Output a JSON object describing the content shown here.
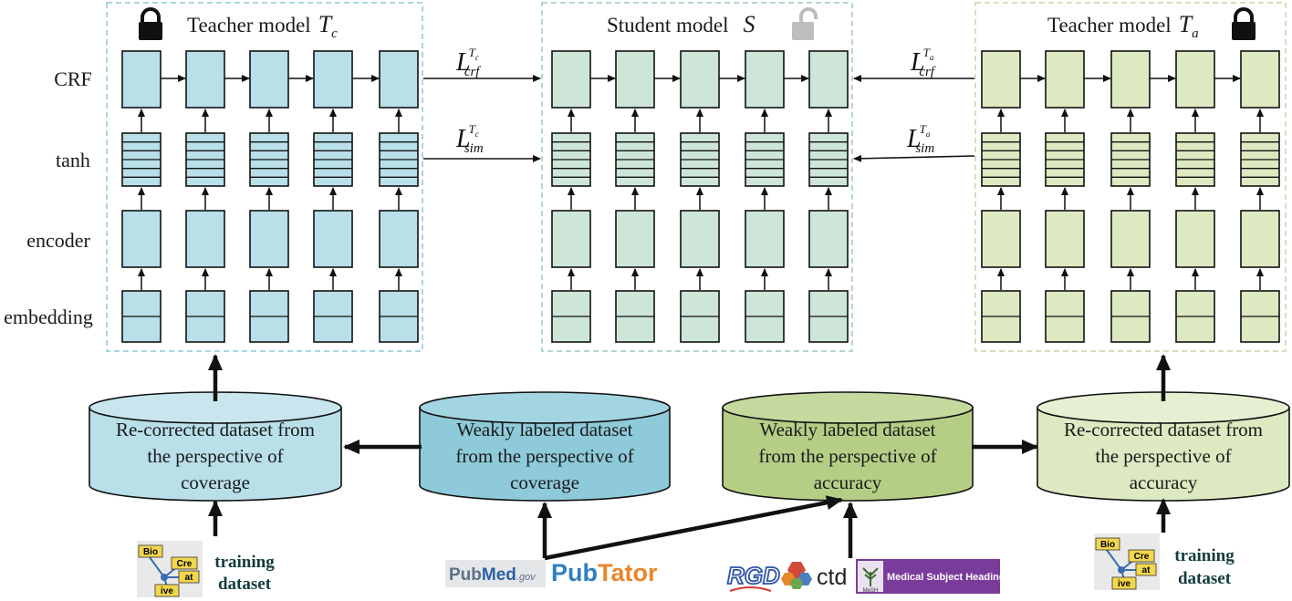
{
  "layers": [
    "CRF",
    "tanh",
    "encoder",
    "embedding"
  ],
  "models": [
    {
      "label": "Teacher model",
      "symbol": "T",
      "sub": "c",
      "lock": "closed",
      "fill": "#b9dfe9",
      "border": "#8cc9d6"
    },
    {
      "label": "Student model",
      "symbol": "S",
      "sub": "",
      "lock": "open",
      "fill": "#cde6d8",
      "border": "#9cc9c0"
    },
    {
      "label": "Teacher model",
      "symbol": "T",
      "sub": "a",
      "lock": "closed",
      "fill": "#dce9c1",
      "border": "#c6d7a4"
    }
  ],
  "losses": {
    "crf_c": {
      "L": "L",
      "sup": "T",
      "supsub": "c",
      "sub": "crf"
    },
    "sim_c": {
      "L": "L",
      "sup": "T",
      "supsub": "c",
      "sub": "sim"
    },
    "crf_a": {
      "L": "L",
      "sup": "T",
      "supsub": "a",
      "sub": "crf"
    },
    "sim_a": {
      "L": "L",
      "sup": "T",
      "supsub": "a",
      "sub": "sim"
    }
  },
  "datasets": [
    {
      "lines": [
        "Re-corrected dataset from",
        "the perspective of",
        "coverage"
      ],
      "fill": "#b9dfe9",
      "top": "#c9e6ef"
    },
    {
      "lines": [
        "Weakly labeled dataset",
        "from the perspective of",
        "coverage"
      ],
      "fill": "#8ecad9",
      "top": "#a3d4e1"
    },
    {
      "lines": [
        "Weakly labeled dataset",
        "from the perspective of",
        "accuracy"
      ],
      "fill": "#b5ce86",
      "top": "#c5d99f"
    },
    {
      "lines": [
        "Re-corrected dataset from",
        "the perspective of",
        "accuracy"
      ],
      "fill": "#dce9c1",
      "top": "#e5efd1"
    }
  ],
  "training": {
    "line1": "training",
    "line2": "dataset"
  },
  "biocreative_tiles": [
    "Bio",
    "Cre",
    "at",
    "ive"
  ],
  "sources": {
    "pubmed": {
      "part1": "Pub",
      "part2": "Med",
      "suffix": ".gov"
    },
    "pubtator": {
      "part1": "Pub",
      "part2": "Tator"
    },
    "rgd": "RGD",
    "ctd": "ctd",
    "mesh": {
      "label": "Medical Subject Headings",
      "tag": "MeSH"
    }
  },
  "colors": {
    "teacher_c": "#b9dfe9",
    "student": "#cde6d8",
    "teacher_a": "#dce9c1",
    "pubtator_blue": "#2f7fc1",
    "pubtator_orange": "#e8862a",
    "mesh_purple": "#7a3c9a"
  }
}
